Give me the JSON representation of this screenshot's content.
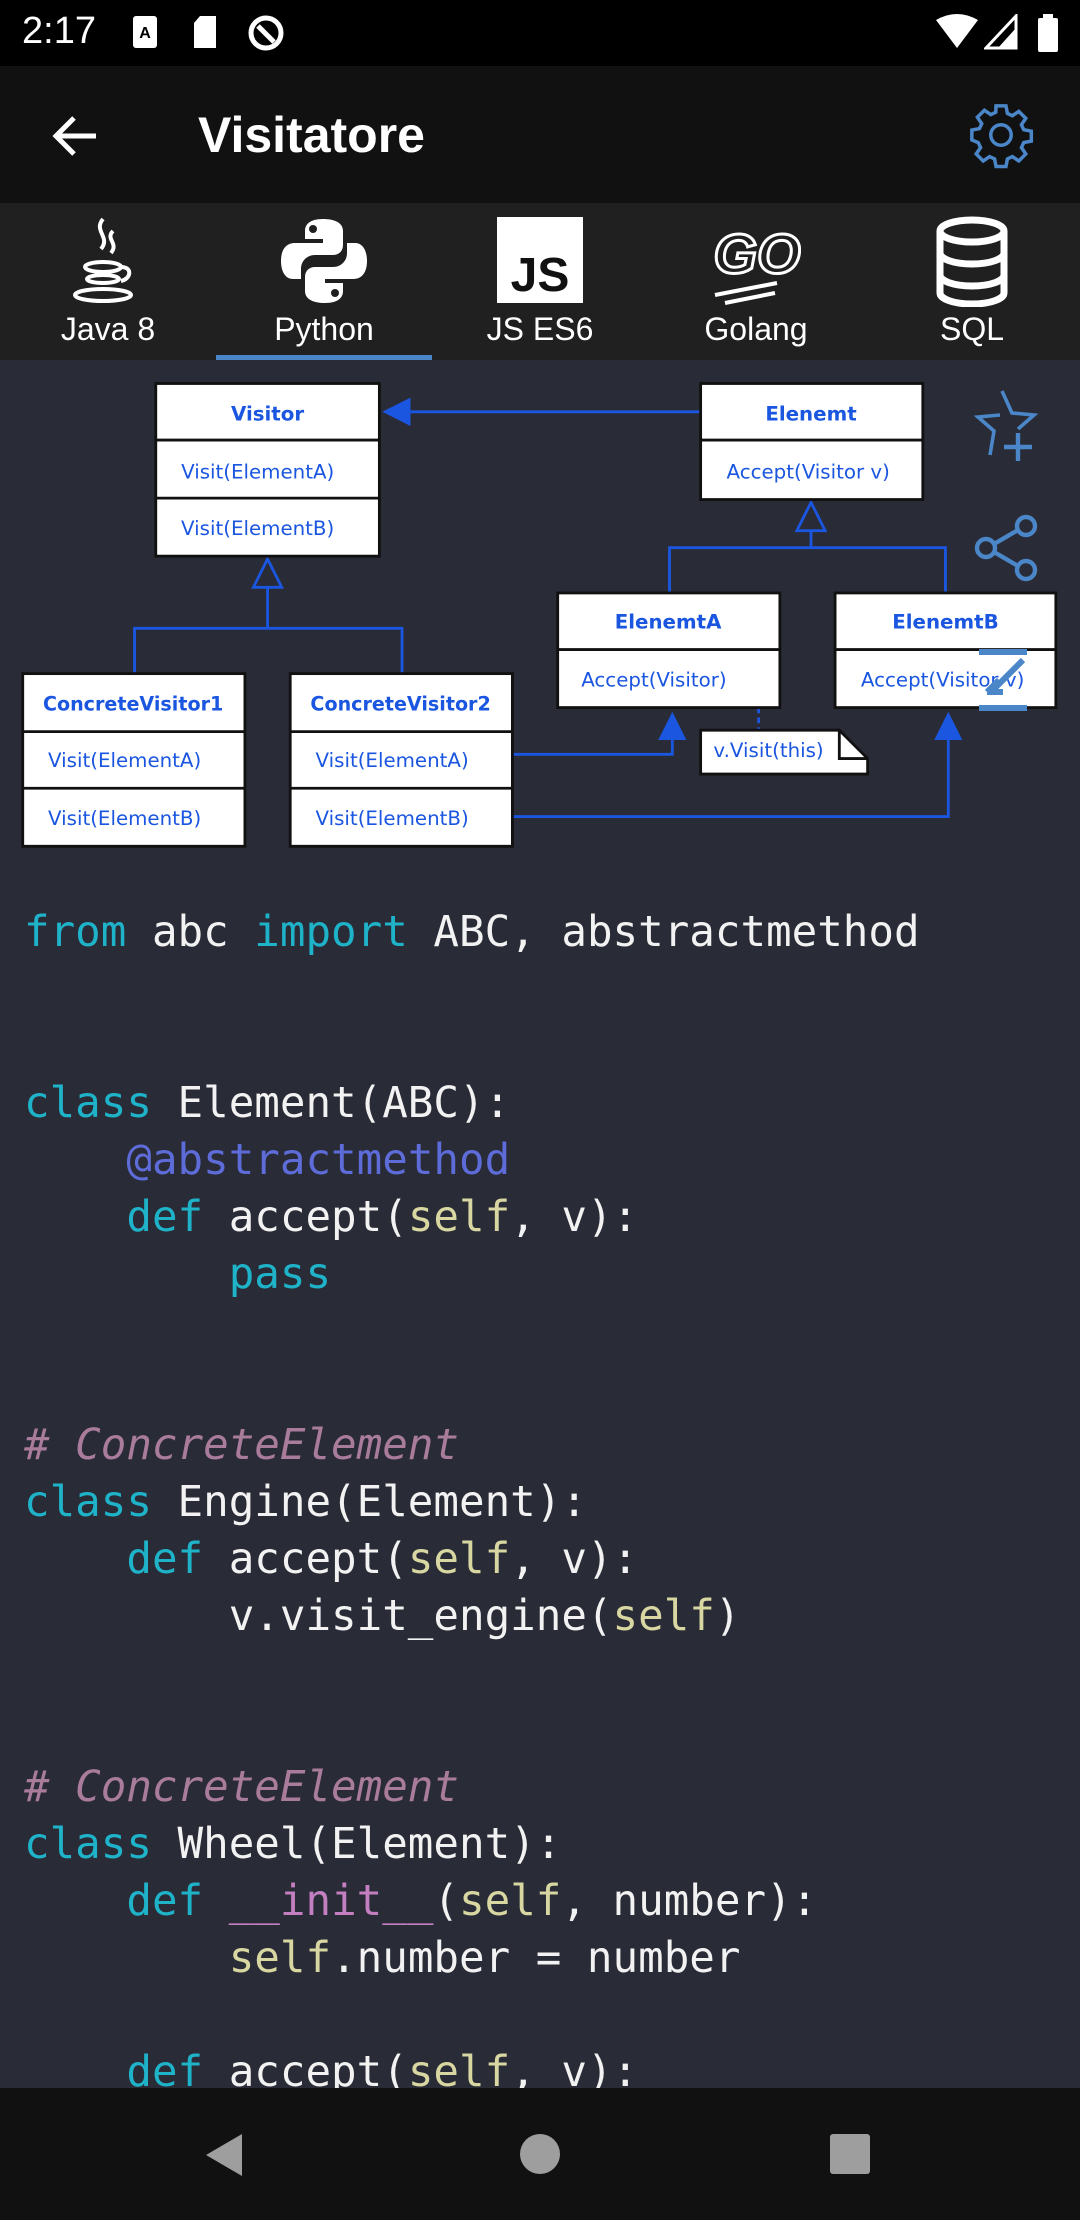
{
  "status_bar": {
    "time": "2:17"
  },
  "app_bar": {
    "title": "Visitatore",
    "back_icon": "arrow-back-icon",
    "settings_icon": "gear-icon"
  },
  "tabs": [
    {
      "label": "Java 8",
      "icon": "java-icon",
      "active": false
    },
    {
      "label": "Python",
      "icon": "python-icon",
      "active": true
    },
    {
      "label": "JS ES6",
      "icon": "js-icon",
      "logo_text": "JS",
      "active": false
    },
    {
      "label": "Golang",
      "icon": "go-icon",
      "logo_text": "GO",
      "active": false
    },
    {
      "label": "SQL",
      "icon": "database-icon",
      "active": false
    }
  ],
  "accent_color": "#4a86c8",
  "diagram": {
    "visitor": {
      "title": "Visitor",
      "m1": "Visit(ElementA)",
      "m2": "Visit(ElementB)"
    },
    "element": {
      "title": "Elenemt",
      "m1": "Accept(Visitor v)"
    },
    "cv1": {
      "title": "ConcreteVisitor1",
      "m1": "Visit(ElementA)",
      "m2": "Visit(ElementB)"
    },
    "cv2": {
      "title": "ConcreteVisitor2",
      "m1": "Visit(ElementA)",
      "m2": "Visit(ElementB)"
    },
    "ea": {
      "title": "ElenemtA",
      "m1": "Accept(Visitor)"
    },
    "eb": {
      "title": "ElenemtB",
      "m1": "Accept(Visitor v)"
    },
    "note": "v.Visit(this)"
  },
  "code_lines": [
    [
      [
        "k",
        "from"
      ],
      [
        "t",
        " abc "
      ],
      [
        "k",
        "import"
      ],
      [
        "t",
        " ABC, abstractmethod"
      ]
    ],
    [],
    [],
    [
      [
        "k",
        "class"
      ],
      [
        "t",
        " Element(ABC):"
      ]
    ],
    [
      [
        "t",
        "    "
      ],
      [
        "d",
        "@abstractmethod"
      ]
    ],
    [
      [
        "t",
        "    "
      ],
      [
        "k",
        "def"
      ],
      [
        "t",
        " accept("
      ],
      [
        "s",
        "self"
      ],
      [
        "t",
        ", v):"
      ]
    ],
    [
      [
        "t",
        "        "
      ],
      [
        "k",
        "pass"
      ]
    ],
    [],
    [],
    [
      [
        "c",
        "# ConcreteElement"
      ]
    ],
    [
      [
        "k",
        "class"
      ],
      [
        "t",
        " Engine(Element):"
      ]
    ],
    [
      [
        "t",
        "    "
      ],
      [
        "k",
        "def"
      ],
      [
        "t",
        " accept("
      ],
      [
        "s",
        "self"
      ],
      [
        "t",
        ", v):"
      ]
    ],
    [
      [
        "t",
        "        v.visit_engine("
      ],
      [
        "s",
        "self"
      ],
      [
        "t",
        ")"
      ]
    ],
    [],
    [],
    [
      [
        "c",
        "# ConcreteElement"
      ]
    ],
    [
      [
        "k",
        "class"
      ],
      [
        "t",
        " Wheel(Element):"
      ]
    ],
    [
      [
        "t",
        "    "
      ],
      [
        "k",
        "def"
      ],
      [
        "t",
        " "
      ],
      [
        "u",
        "__init__"
      ],
      [
        "t",
        "("
      ],
      [
        "s",
        "self"
      ],
      [
        "t",
        ", number):"
      ]
    ],
    [
      [
        "t",
        "        "
      ],
      [
        "s",
        "self"
      ],
      [
        "t",
        ".number = number"
      ]
    ],
    [],
    [
      [
        "t",
        "    "
      ],
      [
        "k",
        "def"
      ],
      [
        "t",
        " accept("
      ],
      [
        "s",
        "self"
      ],
      [
        "t",
        ", v):"
      ]
    ]
  ]
}
